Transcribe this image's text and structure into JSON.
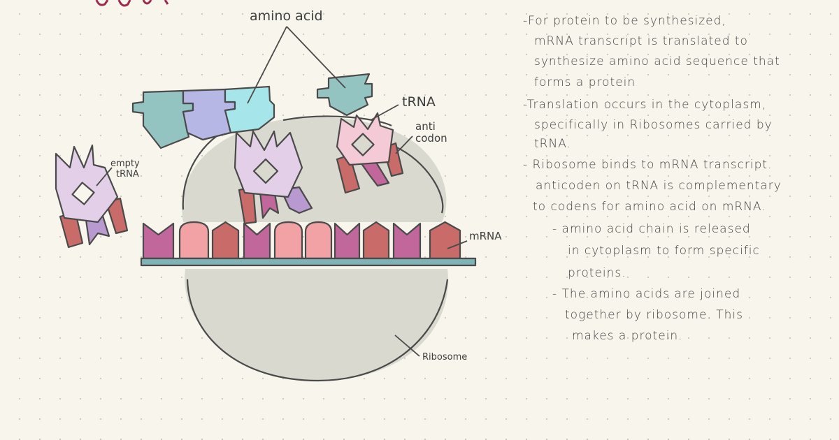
{
  "labels": {
    "amino_acid": "amino acid",
    "trna": "tRNA",
    "anticodon_1": "anti",
    "anticodon_2": "codon",
    "empty_trna_1": "empty",
    "empty_trna_2": "tRNA",
    "mrna": "mRNA",
    "ribosome": "Ribosome"
  },
  "notes": [
    "-For protein to be synthesized,",
    "mRNA transcript is translated to",
    "synthesize amino acid sequence that",
    "forms a protein",
    "-Translation occurs in the cytoplasm,",
    "specifically in Ribosomes carried by",
    "tRNA.",
    "- Ribosome binds to mRNA transcript.",
    "anticoden on tRNA is complementary",
    "to codens for amino acid on mRNA.",
    "- amino acid chain is released",
    "in cytoplasm to form specific",
    "proteins.",
    "- The amino acids are joined",
    "together by ribosome. This",
    "makes a protein."
  ],
  "colors": {
    "background": "#f8f6ec",
    "ribosome": "#d9d9d0",
    "mrna_strand": "#7fb4b6",
    "codon_magenta": "#c1679b",
    "codon_pink": "#f2a1a4",
    "codon_brick": "#c96c69",
    "amino_teal": "#94c4c2",
    "amino_lavender": "#b6b7e5",
    "amino_cyan": "#a6e6ea",
    "trna_lavender": "#e3d0e8",
    "trna_pink": "#f3cad6"
  }
}
